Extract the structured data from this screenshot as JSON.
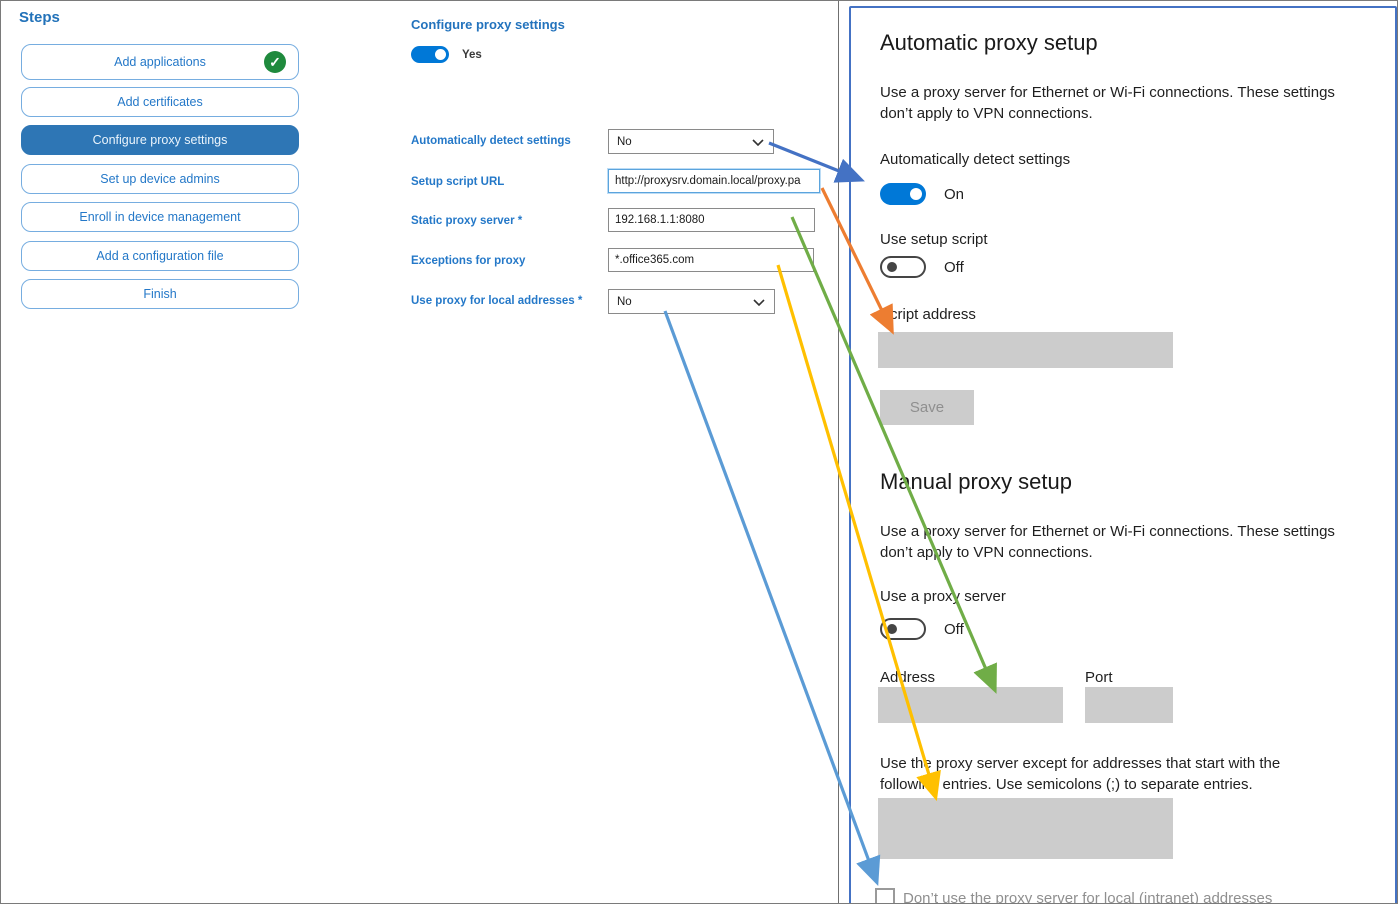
{
  "sidebar": {
    "title": "Steps",
    "items": [
      {
        "label": "Add applications",
        "completed": true
      },
      {
        "label": "Add certificates"
      },
      {
        "label": "Configure proxy settings",
        "active": true
      },
      {
        "label": "Set up device admins"
      },
      {
        "label": "Enroll in device management"
      },
      {
        "label": "Add a configuration file"
      },
      {
        "label": "Finish"
      }
    ]
  },
  "form": {
    "title": "Configure proxy settings",
    "enabled_toggle_state": "Yes",
    "fields": {
      "auto_detect": {
        "label": "Automatically detect settings",
        "value": "No"
      },
      "setup_script_url": {
        "label": "Setup script URL",
        "value": "http://proxysrv.domain.local/proxy.pa"
      },
      "static_proxy": {
        "label": "Static proxy server *",
        "value": "192.168.1.1:8080"
      },
      "exceptions": {
        "label": "Exceptions for proxy",
        "value": "*.office365.com"
      },
      "local_addresses": {
        "label": "Use proxy for local addresses *",
        "value": "No"
      }
    }
  },
  "settings": {
    "automatic": {
      "heading": "Automatic proxy setup",
      "description": "Use a proxy server for Ethernet or Wi-Fi connections. These settings\ndon’t apply to VPN connections.",
      "auto_detect_label": "Automatically detect settings",
      "auto_detect_state": "On",
      "setup_script_label": "Use setup script",
      "setup_script_state": "Off",
      "script_address_label": "Script address",
      "save_label": "Save"
    },
    "manual": {
      "heading": "Manual proxy setup",
      "description": "Use a proxy server for Ethernet or Wi-Fi connections. These settings\ndon’t apply to VPN connections.",
      "use_proxy_label": "Use a proxy server",
      "use_proxy_state": "Off",
      "address_label": "Address",
      "port_label": "Port",
      "exceptions_description": "Use the proxy server except for addresses that start with the\nfollowing entries. Use semicolons (;) to separate entries.",
      "local_checkbox_label": "Don’t use the proxy server for local (intranet) addresses"
    }
  },
  "colors": {
    "accent_toggle": "#0078d7",
    "active_step_bg": "#2e76b5",
    "step_border": "#76ade0",
    "label_blue": "#2478c8",
    "panel_border": "#4472c4",
    "disabled_gray": "#cccccc",
    "check_green": "#1f8a3d"
  },
  "arrows": [
    {
      "name": "auto-detect-mapping",
      "color": "#4472c4"
    },
    {
      "name": "setup-script-mapping",
      "color": "#ed7d31"
    },
    {
      "name": "static-proxy-mapping",
      "color": "#70ad47"
    },
    {
      "name": "exceptions-mapping",
      "color": "#ffc000"
    },
    {
      "name": "local-addresses-mapping",
      "color": "#5b9bd5"
    }
  ]
}
